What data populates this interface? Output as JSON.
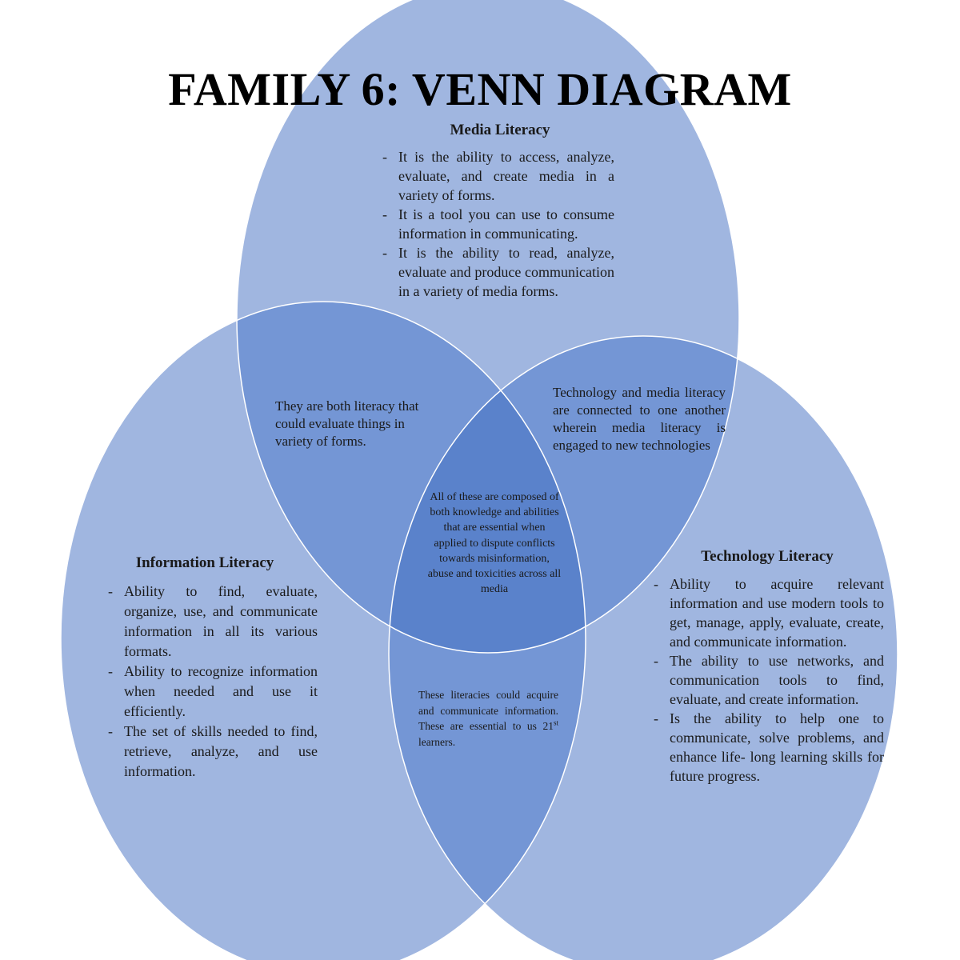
{
  "title": "FAMILY 6: VENN DIAGRAM",
  "colors": {
    "circle_fill": "#a0b6e0",
    "overlap_two": "#7496d5",
    "overlap_all": "#5a82cb",
    "circle_stroke": "#ffffff"
  },
  "media": {
    "heading": "Media Literacy",
    "items": [
      "It is the ability to access, analyze, evaluate, and create media in a variety of forms.",
      "It is a tool you can use to consume information in communicating.",
      "It is the ability to read, analyze, evaluate and produce communication in a variety of media forms."
    ]
  },
  "information": {
    "heading": "Information Literacy",
    "items": [
      "Ability to find, evaluate, organize, use, and communicate information in all its various formats.",
      "Ability to recognize information when needed and use it efficiently.",
      "The set of skills needed to find, retrieve, analyze, and use information."
    ]
  },
  "technology": {
    "heading": "Technology Literacy",
    "items": [
      "Ability to acquire relevant information and use modern tools to get, manage, apply, evaluate, create, and communicate information.",
      "The ability to use networks, and communication tools to find, evaluate, and create information.",
      "Is the ability to help one to communicate, solve problems, and enhance life- long learning skills for future progress."
    ]
  },
  "overlaps": {
    "media_information": "They are both literacy that could evaluate things in variety of forms.",
    "media_technology": "Technology and media literacy are connected to one another wherein media literacy is engaged to new technologies",
    "all_three": "All of these are composed of both knowledge and abilities that are essential when applied to dispute conflicts towards misinformation, abuse and toxicities across all media",
    "information_technology": "These literacies could acquire and communicate information. These are essential to us 21",
    "information_technology_sup": "st",
    "information_technology_end": " learners."
  }
}
